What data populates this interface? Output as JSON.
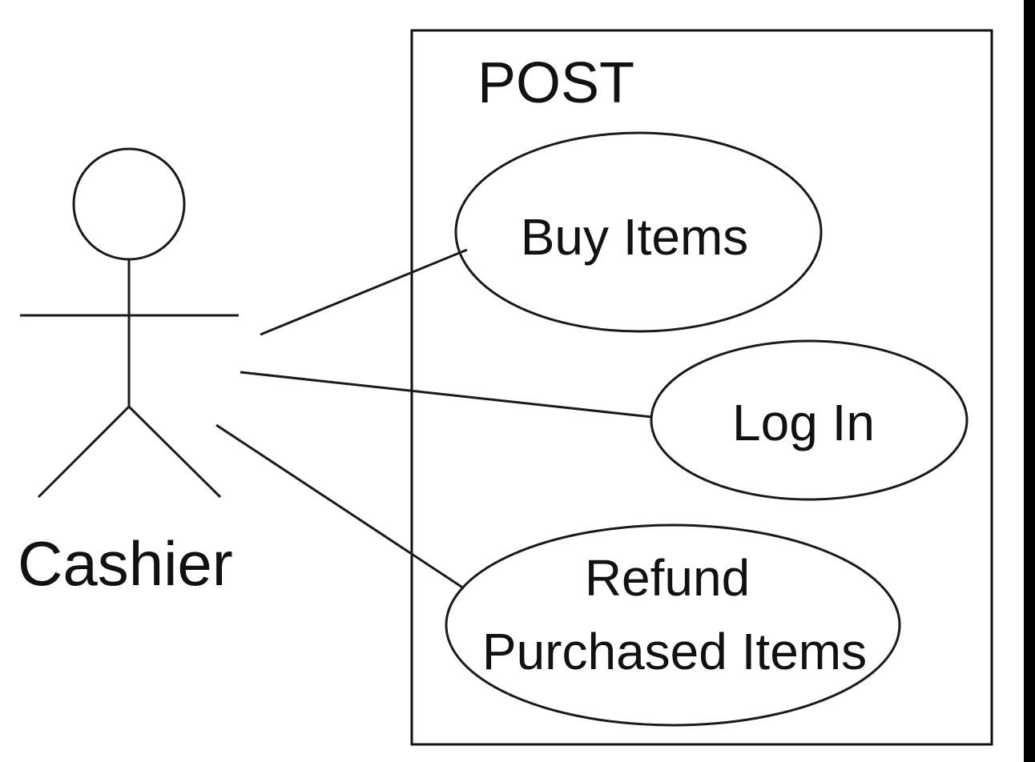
{
  "system": {
    "name": "POST"
  },
  "actor": {
    "name": "Cashier"
  },
  "use_cases": [
    {
      "lines": [
        "Buy Items"
      ]
    },
    {
      "lines": [
        "Log In"
      ]
    },
    {
      "lines": [
        "Refund",
        "Purchased Items"
      ]
    }
  ]
}
